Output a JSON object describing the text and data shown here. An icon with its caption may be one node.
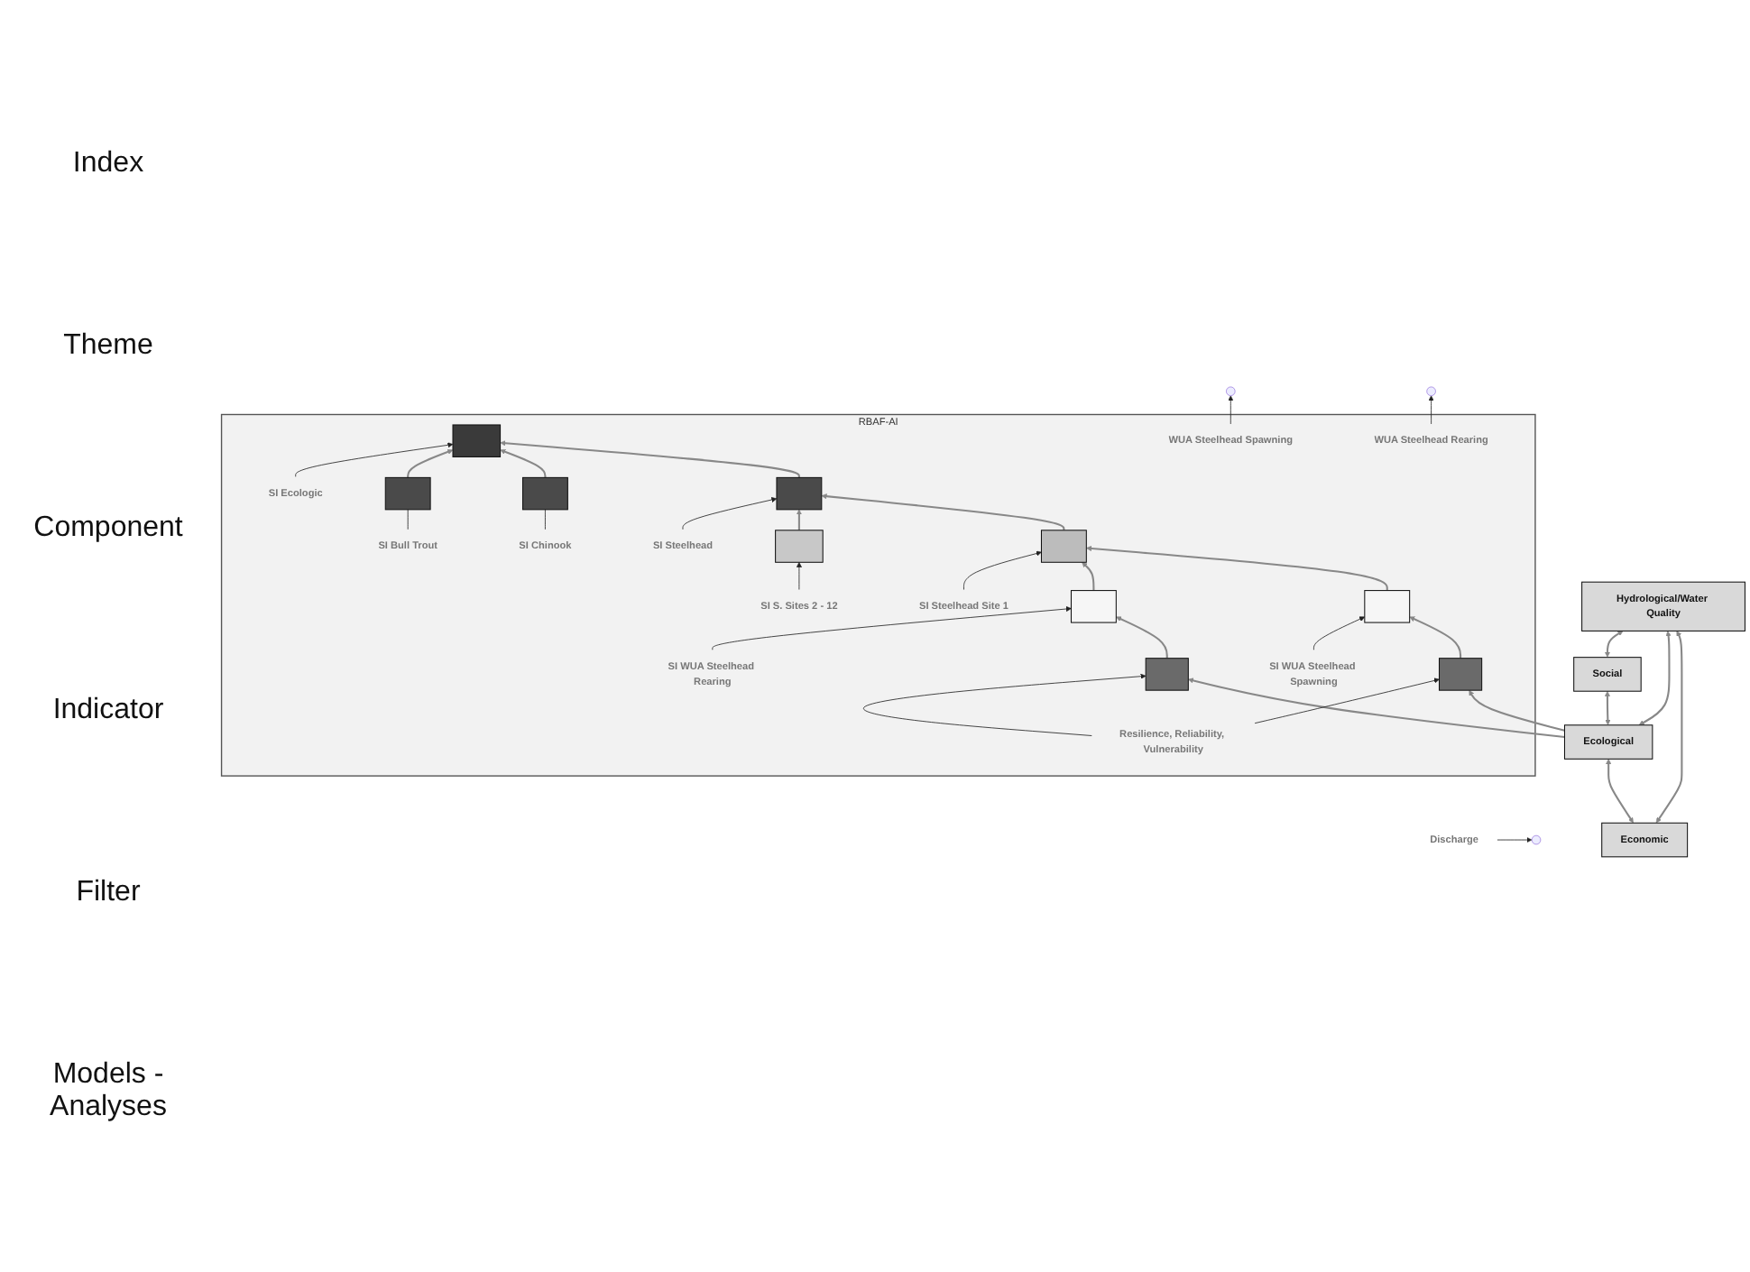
{
  "diagram": {
    "nodes": [
      {
        "text": [
          "RBAF-AI"
        ]
      },
      {
        "text": [],
        "shape": "box",
        "in": 0
      },
      {
        "text": [
          "SI Ecologic"
        ],
        "in": 0
      },
      {
        "text": [
          "SI Steelhead"
        ],
        "in": 0
      },
      {
        "text": [],
        "shape": "box",
        "in": 0
      },
      {
        "text": [],
        "shape": "box",
        "in": 0
      },
      {
        "text": [],
        "shape": "box",
        "in": 0
      },
      {
        "text": [
          "SI Bull Trout"
        ],
        "in": 0
      },
      {
        "text": [
          "SI Chinook"
        ],
        "in": 0
      },
      {
        "text": [
          "SI Steelhead Site 1"
        ],
        "in": 0
      },
      {
        "text": [],
        "shape": "box",
        "in": 0
      },
      {
        "text": [],
        "shape": "box",
        "in": 0
      },
      {
        "text": [
          "SI S. Sites 2 - 12"
        ],
        "in": 0
      },
      {
        "text": [
          "SI WUA Steelhead Spawning"
        ],
        "in": 0
      },
      {
        "text": [],
        "shape": "box",
        "in": 0
      },
      {
        "text": [],
        "shape": "box",
        "in": 0
      },
      {
        "text": [
          "SI WUA Steelhead Rearing"
        ],
        "in": 0
      },
      {
        "text": [
          "Resilience, Reliability, Vulnerability"
        ],
        "in": 0
      },
      {
        "text": [],
        "shape": "box",
        "in": 0
      },
      {
        "text": [],
        "shape": "box",
        "in": 0
      },
      {
        "text": [
          "WUA Steelhead Spawning"
        ],
        "in": 0
      },
      {
        "text": [
          "WUA Steelhead Rearing"
        ],
        "in": 0
      },
      {
        "text": [
          "Economic"
        ]
      },
      {
        "text": [
          "Ecological"
        ]
      },
      {
        "text": [
          "Social"
        ]
      },
      {
        "text": [
          "Discharge"
        ]
      },
      {
        "text": [
          "Hydrological/Water Quality"
        ]
      }
    ],
    "edges": [
      {
        "from": 4,
        "to": 1,
        "arrow": "to"
      },
      {
        "from": 5,
        "to": 1,
        "arrow": "to"
      },
      {
        "from": 6,
        "to": 1,
        "arrow": "to"
      },
      {
        "from": 10,
        "to": 4,
        "arrow": "to"
      },
      {
        "from": 11,
        "to": 4,
        "arrow": "to"
      },
      {
        "from": 14,
        "to": 10,
        "arrow": "to"
      },
      {
        "from": 15,
        "to": 10,
        "arrow": "to"
      },
      {
        "from": 18,
        "to": 14,
        "arrow": "to"
      },
      {
        "from": 19,
        "to": 15,
        "arrow": "to"
      },
      {
        "from": 23,
        "to": 18,
        "arrow": "to"
      },
      {
        "from": 23,
        "to": 19,
        "arrow": "to"
      },
      {
        "from": 22,
        "to": 23,
        "arrow": "both"
      },
      {
        "from": 23,
        "to": 24,
        "arrow": "both"
      },
      {
        "from": 22,
        "to": 26,
        "arrow": "both"
      },
      {
        "from": 23,
        "to": 26,
        "arrow": "both"
      },
      {
        "from": 24,
        "to": 26,
        "arrow": "both"
      },
      {
        "from": 2,
        "to": 1,
        "arrow": "to",
        "color": "#222222"
      },
      {
        "from": 3,
        "to": 4,
        "arrow": "to",
        "color": "#222222"
      },
      {
        "from": 7,
        "to": 6,
        "arrow": "none",
        "color": "#222222"
      },
      {
        "from": 8,
        "to": 5,
        "arrow": "none",
        "color": "#222222"
      },
      {
        "from": 9,
        "to": 10,
        "arrow": "to",
        "color": "#222222"
      },
      {
        "from": 12,
        "to": 11,
        "arrow": "to",
        "color": "#222222"
      },
      {
        "from": 13,
        "to": 14,
        "arrow": "to",
        "color": "#222222"
      },
      {
        "from": 16,
        "to": 15,
        "arrow": "to",
        "color": "#222222"
      },
      {
        "from": 17,
        "to": 18,
        "arrow": "to",
        "color": "#222222"
      },
      {
        "from": 17,
        "to": 19,
        "arrow": "to",
        "color": "#222222"
      },
      {
        "from": 20,
        "to": null,
        "arrow": "to",
        "color": "#222222"
      },
      {
        "from": 21,
        "to": null,
        "arrow": "to",
        "color": "#222222"
      },
      {
        "from": 25,
        "to": null,
        "arrow": "to",
        "color": "#222222"
      }
    ],
    "labels": [
      "Index",
      "Theme",
      "Component",
      "Indicator",
      "Filter",
      "Models - Analyses"
    ]
  }
}
